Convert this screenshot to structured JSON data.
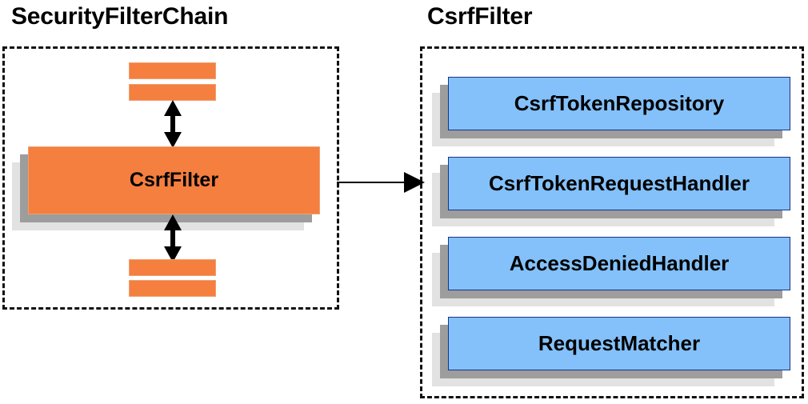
{
  "diagram": {
    "type": "component-collaboration-diagram",
    "colors": {
      "orange_fill": "#f47f3f",
      "orange_border": "#f0a070",
      "blue_fill": "#84c1fa",
      "blue_border": "#16348c",
      "shadow_dark": "#9d9d9d",
      "shadow_light": "#e2e2e2",
      "outline_dashed": "#111111",
      "background": "#ffffff",
      "arrow": "#000000"
    }
  },
  "left_panel": {
    "title": "SecurityFilterChain",
    "filter_box": {
      "label": "CsrfFilter"
    },
    "bars_above": [
      {
        "label": ""
      },
      {
        "label": ""
      }
    ],
    "bars_below": [
      {
        "label": ""
      },
      {
        "label": ""
      }
    ],
    "arrows": [
      {
        "name": "arrow-above-csrffilter",
        "direction": "double-vertical"
      },
      {
        "name": "arrow-below-csrffilter",
        "direction": "double-vertical"
      }
    ]
  },
  "connector": {
    "name": "csrffilter-detail-connector",
    "direction": "right",
    "label": ""
  },
  "right_panel": {
    "title": "CsrfFilter",
    "collaborators": [
      {
        "label": "CsrfTokenRepository"
      },
      {
        "label": "CsrfTokenRequestHandler"
      },
      {
        "label": "AccessDeniedHandler"
      },
      {
        "label": "RequestMatcher"
      }
    ]
  }
}
